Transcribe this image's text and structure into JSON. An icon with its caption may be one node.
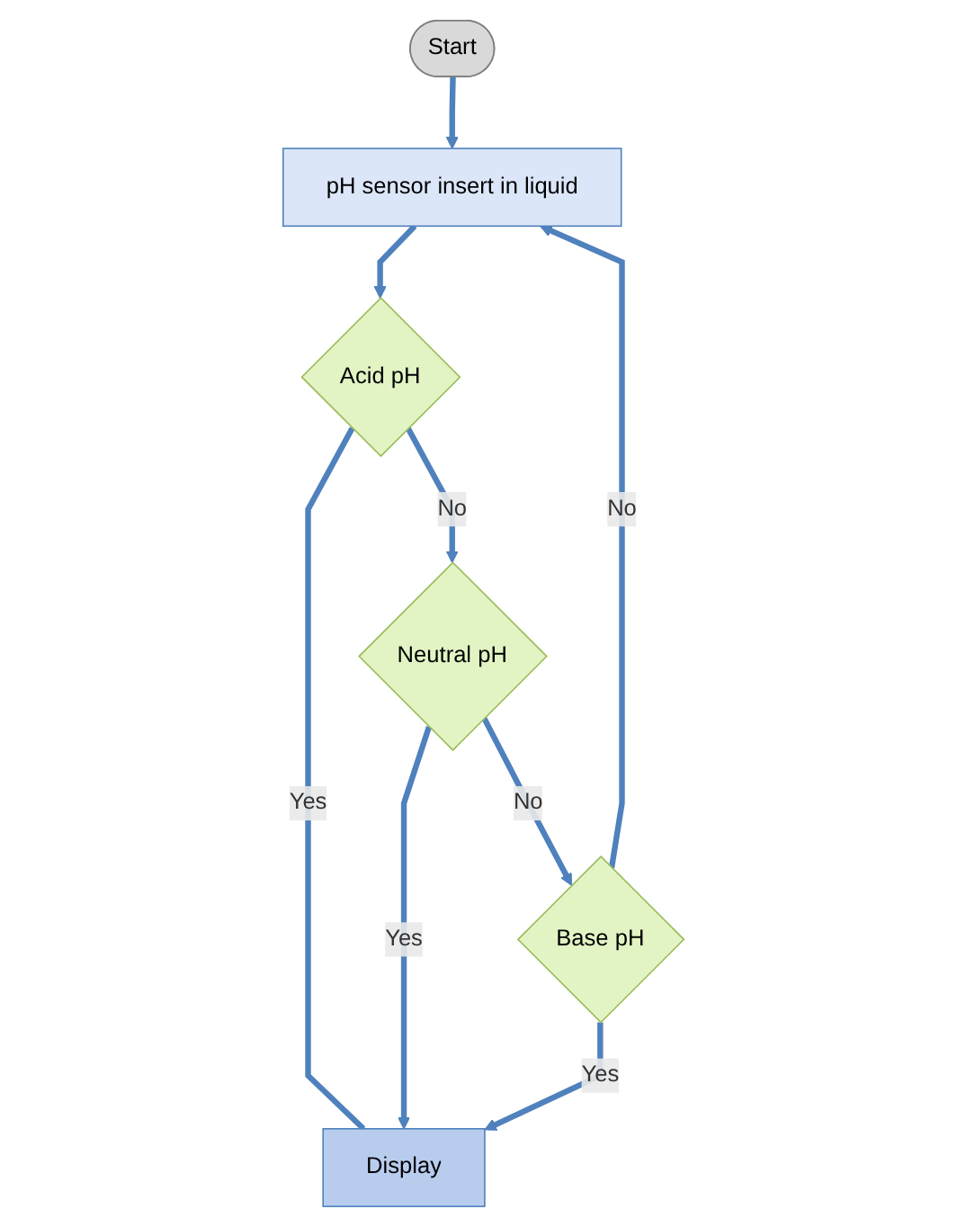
{
  "diagram": {
    "nodes": [
      {
        "text": [
          "Start"
        ]
      },
      {
        "text": [
          "pH sensor insert in liquid"
        ]
      },
      {
        "text": [
          "Acid pH"
        ]
      },
      {
        "text": [
          "Neutral pH"
        ]
      },
      {
        "text": [
          "Base pH"
        ]
      },
      {
        "text": [
          "Display"
        ]
      }
    ],
    "edges": [
      {
        "from": 0,
        "to": 1,
        "arrow": "to"
      },
      {
        "from": 1,
        "to": 2,
        "arrow": "to"
      },
      {
        "from": 2,
        "to": 5,
        "label": "Yes",
        "arrow": "none"
      },
      {
        "from": 2,
        "to": 3,
        "label": "No",
        "arrow": "to"
      },
      {
        "from": 3,
        "to": 5,
        "label": "Yes",
        "arrow": "to"
      },
      {
        "from": 3,
        "to": 4,
        "label": "No",
        "arrow": "to"
      },
      {
        "from": 4,
        "to": 5,
        "label": "Yes",
        "arrow": "to"
      },
      {
        "from": 4,
        "to": 1,
        "label": "No",
        "arrow": "to"
      }
    ]
  }
}
